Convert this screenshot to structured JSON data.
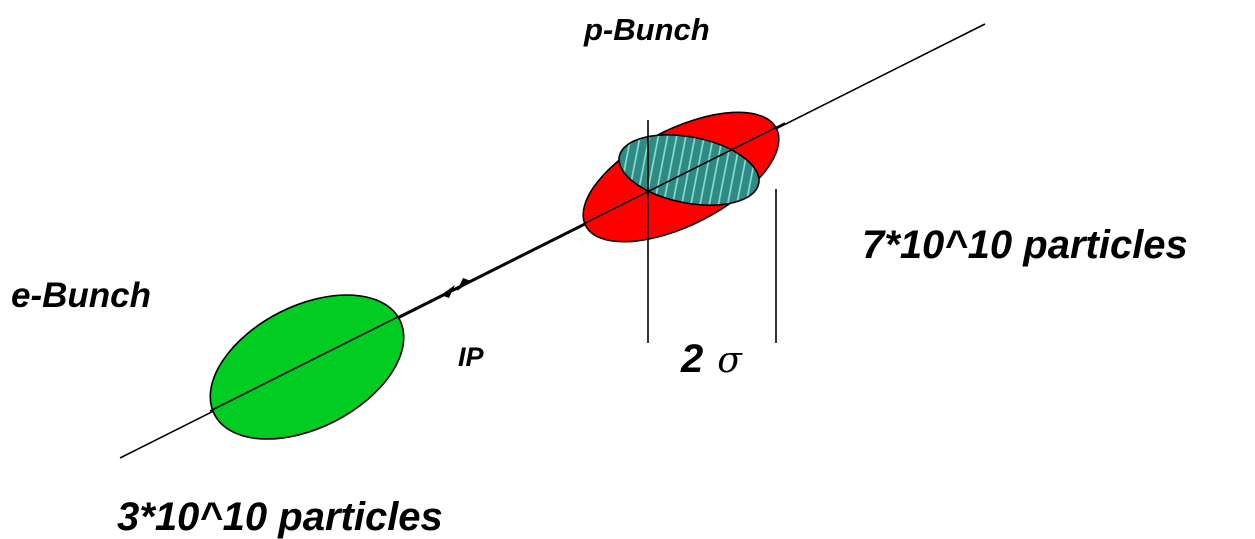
{
  "labels": {
    "p_bunch": "p-Bunch",
    "p_particles": "7*10^10 particles",
    "e_bunch": "e-Bunch",
    "e_particles": "3*10^10 particles",
    "ip": "IP",
    "width_value": "2",
    "width_symbol": "σ"
  },
  "colors": {
    "proton_bunch": "#ff0000",
    "electron_bunch": "#00cc22",
    "overlap_fill": "#2e8b84",
    "overlap_hatch": "#7fd7cc",
    "lines": "#000000"
  }
}
